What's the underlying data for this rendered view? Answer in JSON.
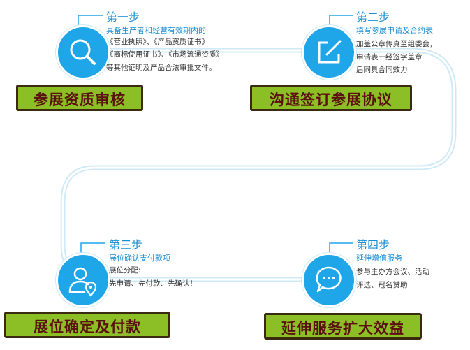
{
  "colors": {
    "accent": "#1fa6e8",
    "badge_bg": "#8bbf25",
    "badge_text": "#5b0f0f"
  },
  "steps": [
    {
      "title": "第一步",
      "subtitle": "具备生产者和经营有效期内的",
      "lines": [
        "《营业执照》、《产品资质证书》",
        "《商标使用证书》、《市场流通资质》",
        "等其他证明及产品合法审批文件。"
      ],
      "badge": "参展资质审核",
      "icon": "search-icon"
    },
    {
      "title": "第二步",
      "subtitle": "填写参展申请及合约表",
      "lines": [
        "加盖公章传真至组委会，",
        "申请表一经签字盖章",
        "后同具合同效力"
      ],
      "badge": "沟通签订参展协议",
      "icon": "edit-icon"
    },
    {
      "title": "第三步",
      "subtitle": "展位确认支付款项",
      "lines": [
        "展位分配:",
        "先申请、先付款、先确认！"
      ],
      "badge": "展位确定及付款",
      "icon": "user-location-icon"
    },
    {
      "title": "第四步",
      "subtitle": "延伸增值服务",
      "lines": [
        "参与主办方会议、活动",
        "评选、冠名赞助"
      ],
      "badge": "延伸服务扩大效益",
      "icon": "chat-icon"
    }
  ]
}
